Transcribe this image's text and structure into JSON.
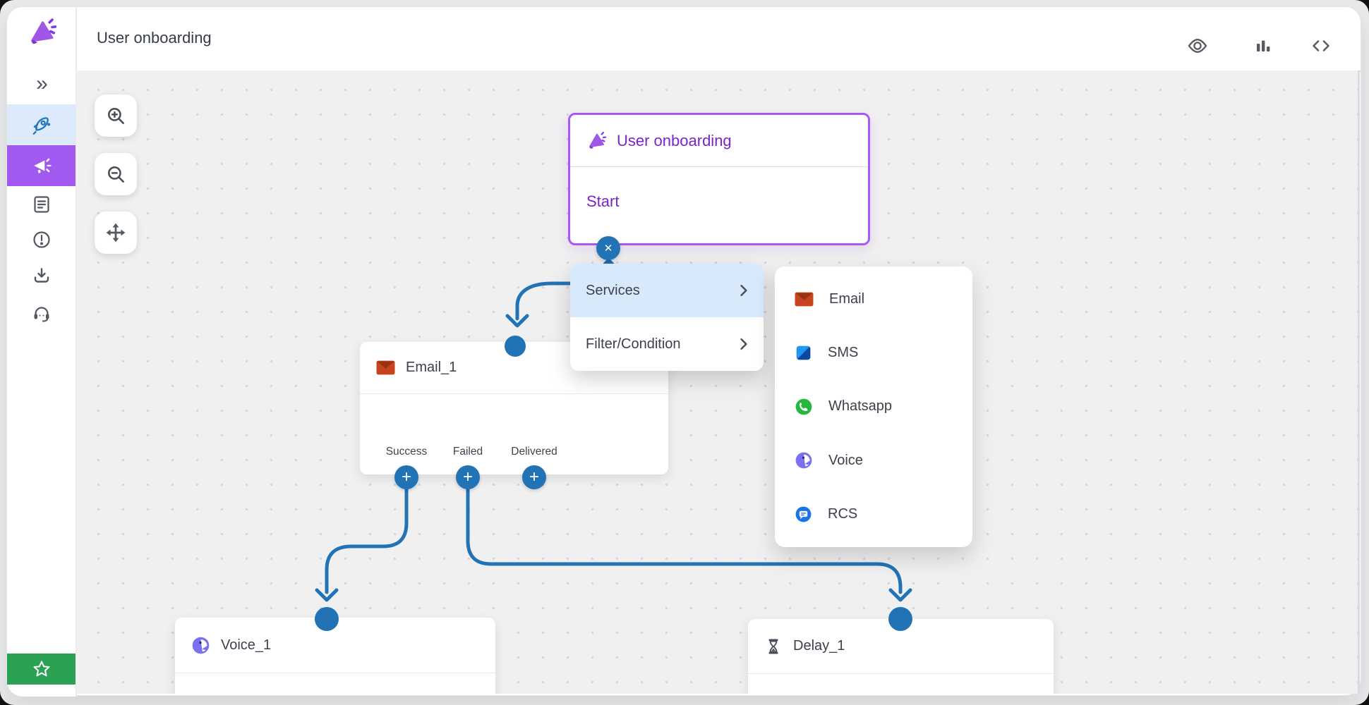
{
  "header": {
    "title": "User onboarding",
    "icons": [
      "preview-eye-icon",
      "analytics-bars-icon",
      "code-view-icon"
    ]
  },
  "sidebar": {
    "items": [
      "brand-megaphone-logo",
      "expand-sidebar",
      "campaigns-rocket",
      "broadcast-megaphone-active",
      "logs-document",
      "alerts-exclamation",
      "export-download",
      "support-headset",
      "favorite-star"
    ],
    "active_item": "broadcast-megaphone-active"
  },
  "canvas": {
    "tools": [
      "zoom-in",
      "zoom-out",
      "pan"
    ]
  },
  "glyphs": {
    "plus": "+",
    "close": "✕",
    "expand": "»"
  },
  "flow": {
    "start_node": {
      "title": "User onboarding",
      "body_label": "Start"
    },
    "email_node": {
      "title": "Email_1",
      "ports": [
        "Success",
        "Failed",
        "Delivered"
      ]
    },
    "voice_node": {
      "title": "Voice_1"
    },
    "delay_node": {
      "title": "Delay_1"
    },
    "context_menu": {
      "items": [
        {
          "label": "Services",
          "highlighted": true
        },
        {
          "label": "Filter/Condition",
          "highlighted": false
        }
      ]
    },
    "services": {
      "items": [
        {
          "label": "Email",
          "icon": "email-envelope-icon"
        },
        {
          "label": "SMS",
          "icon": "sms-bubble-icon"
        },
        {
          "label": "Whatsapp",
          "icon": "whatsapp-icon"
        },
        {
          "label": "Voice",
          "icon": "voice-call-icon"
        },
        {
          "label": "RCS",
          "icon": "rcs-message-icon"
        }
      ]
    },
    "connections": [
      {
        "from": "Start",
        "to": "Email_1"
      },
      {
        "from": "Email_1.Success",
        "to": "Voice_1"
      },
      {
        "from": "Email_1.Failed",
        "to": "Delay_1"
      }
    ]
  },
  "colors": {
    "accent_blue": "#2173b6",
    "accent_purple": "#a855f7",
    "purple_text": "#7e22ce",
    "menu_highlight": "#d8e9fb",
    "green_star": "#2aa153",
    "canvas_bg": "#f0f0f1"
  }
}
